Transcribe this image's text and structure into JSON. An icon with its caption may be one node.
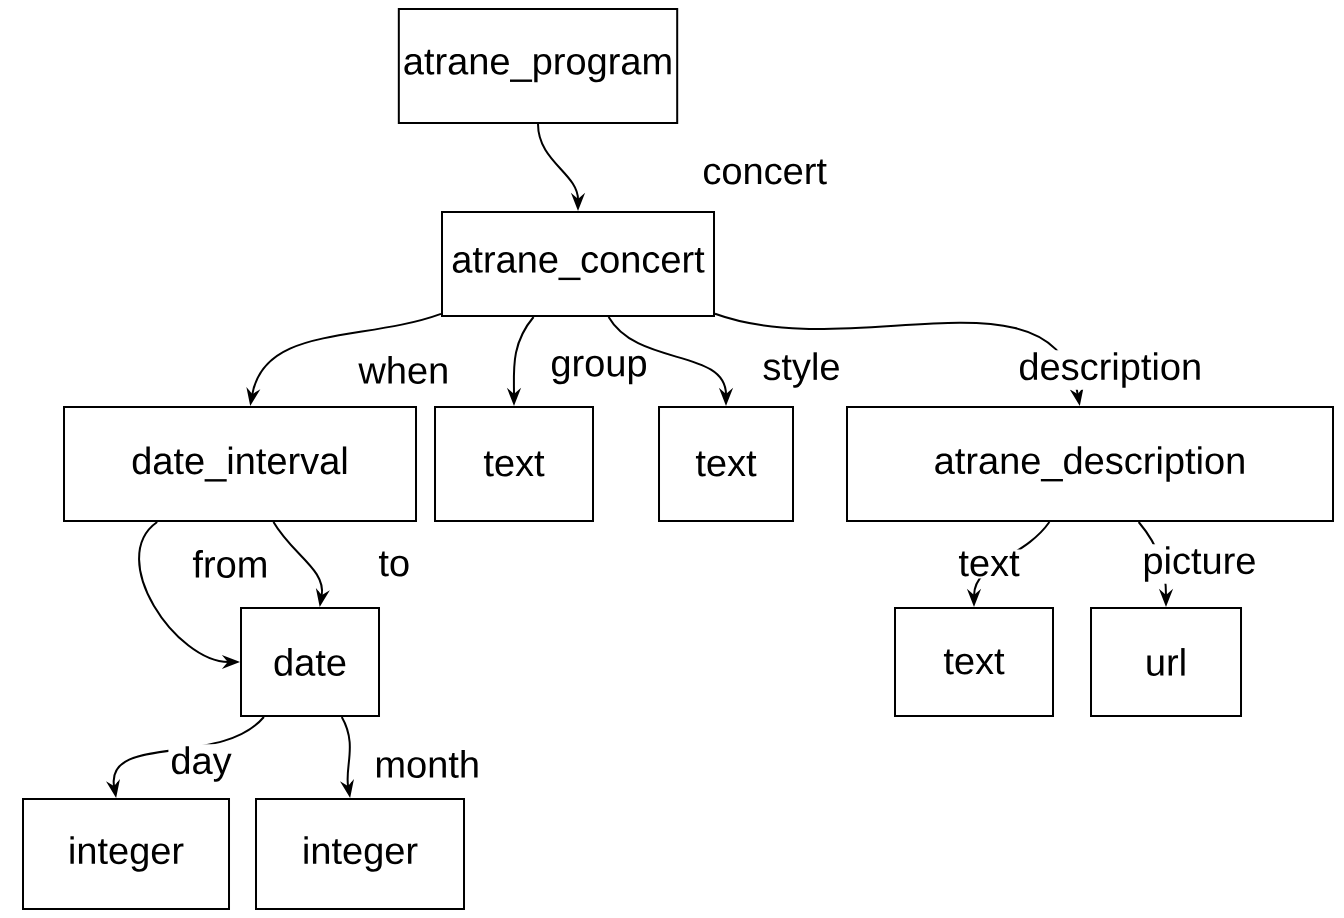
{
  "diagram": {
    "nodes": [
      {
        "text": [
          "atrane_program"
        ]
      },
      {
        "text": [
          "atrane_concert"
        ]
      },
      {
        "text": [
          "date_interval"
        ]
      },
      {
        "text": [
          "text"
        ]
      },
      {
        "text": [
          "text"
        ]
      },
      {
        "text": [
          "atrane_description"
        ]
      },
      {
        "text": [
          "date"
        ]
      },
      {
        "text": [
          "text"
        ]
      },
      {
        "text": [
          "url"
        ]
      },
      {
        "text": [
          "integer"
        ]
      },
      {
        "text": [
          "integer"
        ]
      }
    ],
    "edges": [
      {
        "from": 0,
        "to": 1,
        "arrow": "to",
        "label": "concert"
      },
      {
        "from": 1,
        "to": 2,
        "arrow": "to",
        "label": "when"
      },
      {
        "from": 1,
        "to": 3,
        "arrow": "to",
        "label": "group"
      },
      {
        "from": 1,
        "to": 4,
        "arrow": "to",
        "label": "style"
      },
      {
        "from": 1,
        "to": 5,
        "arrow": "to",
        "label": "description"
      },
      {
        "from": 2,
        "to": 6,
        "arrow": "to",
        "label": "from"
      },
      {
        "from": 2,
        "to": 6,
        "arrow": "to",
        "label": "to"
      },
      {
        "from": 6,
        "to": 9,
        "arrow": "to",
        "label": "day"
      },
      {
        "from": 6,
        "to": 10,
        "arrow": "to",
        "label": "month"
      },
      {
        "from": 5,
        "to": 7,
        "arrow": "to",
        "label": "text"
      },
      {
        "from": 5,
        "to": 8,
        "arrow": "to",
        "label": "picture"
      }
    ]
  }
}
